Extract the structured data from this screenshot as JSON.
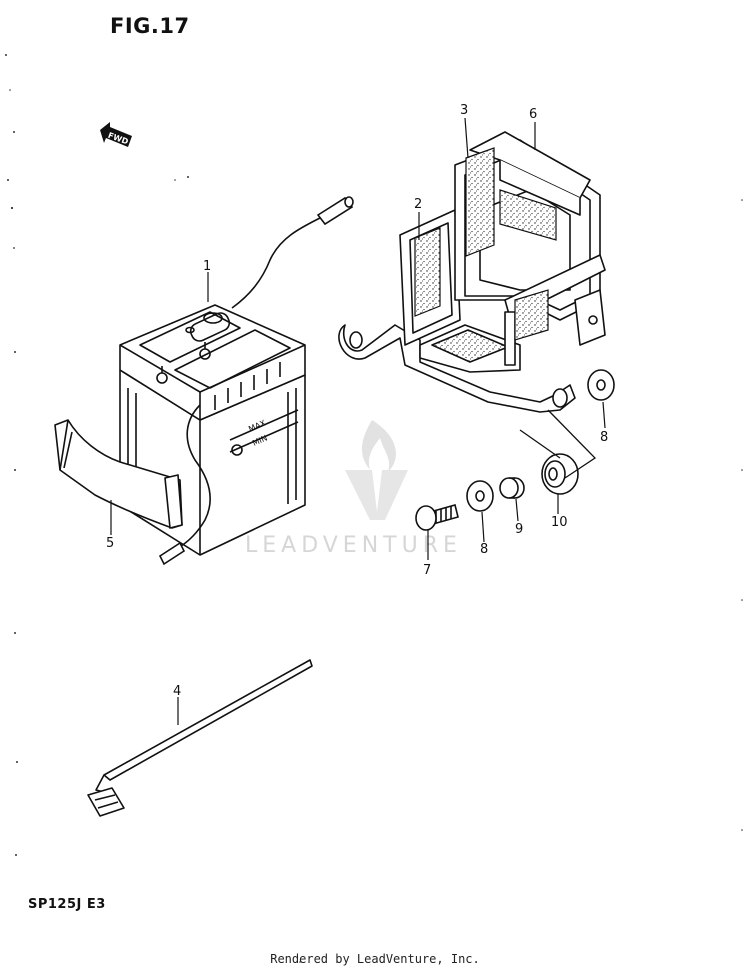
{
  "figure": {
    "title": "FIG.17"
  },
  "model_code": "SP125J  E3",
  "direction_label": "FWD",
  "watermark": {
    "text": "LEADVENTURE"
  },
  "footer": {
    "text": "Rendered by LeadVenture, Inc."
  },
  "callouts": [
    {
      "id": "part-1",
      "label": "1"
    },
    {
      "id": "part-2",
      "label": "2"
    },
    {
      "id": "part-3",
      "label": "3"
    },
    {
      "id": "part-4",
      "label": "4"
    },
    {
      "id": "part-5",
      "label": "5"
    },
    {
      "id": "part-6",
      "label": "6"
    },
    {
      "id": "part-7",
      "label": "7"
    },
    {
      "id": "part-8a",
      "label": "8"
    },
    {
      "id": "part-8b",
      "label": "8"
    },
    {
      "id": "part-9",
      "label": "9"
    },
    {
      "id": "part-10",
      "label": "10"
    }
  ],
  "battery_marks": {
    "max": "MAX",
    "min": "MIN"
  },
  "colors": {
    "ink": "#111111",
    "watermark": "#d6d6d6",
    "background": "#ffffff"
  }
}
